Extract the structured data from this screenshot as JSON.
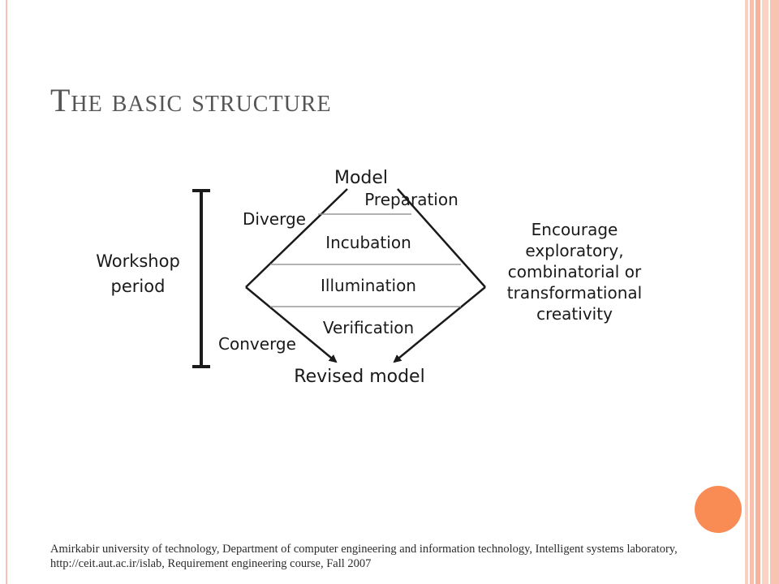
{
  "slide": {
    "title": "The basic structure",
    "footer": "Amirkabir university of technology, Department of computer engineering and information technology, Intelligent systems laboratory, http://ceit.aut.ac.ir/islab, Requirement engineering course, Fall 2007"
  },
  "diagram": {
    "top_label": "Model",
    "bottom_label": "Revised model",
    "stages": [
      "Preparation",
      "Incubation",
      "Illumination",
      "Verification"
    ],
    "left_labels": {
      "diverge": "Diverge",
      "converge": "Converge",
      "period_line1": "Workshop",
      "period_line2": "period"
    },
    "right_text": [
      "Encourage",
      "exploratory,",
      "combinatorial or",
      "transformational",
      "creativity"
    ]
  },
  "colors": {
    "accent": "#f98c54",
    "frame": "#f6c3b2",
    "title": "#555555"
  }
}
